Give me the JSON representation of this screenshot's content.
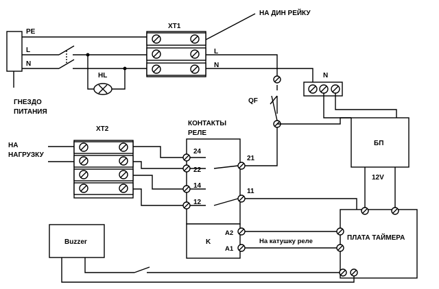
{
  "labels": {
    "pe": "PE",
    "l_left": "L",
    "n_left": "N",
    "socket_line1": "ГНЕЗДО",
    "socket_line2": "ПИТАНИЯ",
    "hl": "HL",
    "xt1": "XT1",
    "din_rail": "НА ДИН РЕЙКУ",
    "l_right": "L",
    "n_right": "N",
    "n_terminal": "N",
    "qf": "QF",
    "xt2": "XT2",
    "load_line1": "НА",
    "load_line2": "НАГРУЗКУ",
    "relay_contacts_line1": "КОНТАКТЫ",
    "relay_contacts_line2": "РЕЛЕ",
    "c24": "24",
    "c22": "22",
    "c14": "14",
    "c12": "12",
    "c21": "21",
    "c11": "11",
    "a2": "A2",
    "a1": "A1",
    "k": "K",
    "coil": "На катушку реле",
    "bp": "БП",
    "v12": "12V",
    "timer_board": "ПЛАТА ТАЙМЕРА",
    "buzzer": "Buzzer"
  }
}
